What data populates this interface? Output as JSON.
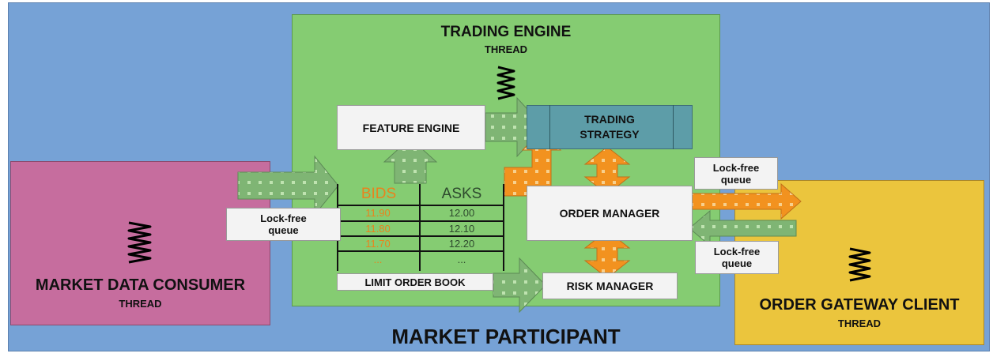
{
  "participant": {
    "label": "MARKET PARTICIPANT"
  },
  "trading_engine": {
    "title": "TRADING ENGINE",
    "subtitle": "THREAD"
  },
  "market_data_consumer": {
    "title": "MARKET DATA CONSUMER",
    "subtitle": "THREAD"
  },
  "order_gateway_client": {
    "title": "ORDER GATEWAY CLIENT",
    "subtitle": "THREAD"
  },
  "components": {
    "feature_engine": "FEATURE ENGINE",
    "trading_strategy_line1": "TRADING",
    "trading_strategy_line2": "STRATEGY",
    "order_manager": "ORDER MANAGER",
    "risk_manager": "RISK MANAGER",
    "limit_order_book": "LIMIT ORDER BOOK"
  },
  "order_book": {
    "bids_header": "BIDS",
    "asks_header": "ASKS",
    "rows": [
      {
        "bid": "11.90",
        "ask": "12.00"
      },
      {
        "bid": "11.80",
        "ask": "12.10"
      },
      {
        "bid": "11.70",
        "ask": "12.20"
      },
      {
        "bid": "...",
        "ask": "..."
      }
    ]
  },
  "queues": {
    "mdc_queue": {
      "line1": "Lock-free",
      "line2": "queue"
    },
    "out_queue": {
      "line1": "Lock-free",
      "line2": "queue"
    },
    "in_queue": {
      "line1": "Lock-free",
      "line2": "queue"
    }
  },
  "colors": {
    "participant_bg": "#76a2d6",
    "engine_bg": "#85cc72",
    "mdc_bg": "#c66d9e",
    "ogc_bg": "#ebc53d",
    "strategy_bg": "#5d9da8",
    "green_arrow": "#7fb574",
    "orange_arrow": "#f2921f"
  }
}
